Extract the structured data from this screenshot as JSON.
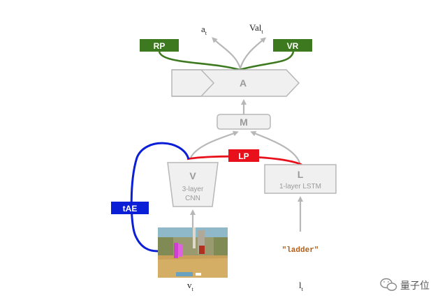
{
  "outputs": {
    "a_main": "a",
    "a_sub": "t",
    "val_main": "Val",
    "val_sub": "t"
  },
  "boxes": {
    "rp": "RP",
    "vr": "VR",
    "a": "A",
    "m": "M",
    "lp": "LP",
    "v_title": "V",
    "v_line1": "3-layer",
    "v_line2": "CNN",
    "l_title": "L",
    "l_line1": "1-layer LSTM",
    "tae": "tAE"
  },
  "inputs": {
    "instruction": "\"ladder\"",
    "v_main": "v",
    "v_sub": "t",
    "l_main": "l",
    "l_sub": "t"
  },
  "watermark": {
    "text": "量子位",
    "icon": "wechat-icon"
  },
  "colors": {
    "green": "#3d7a1f",
    "red": "#e8101a",
    "blue": "#0a1fd6",
    "gray_stroke": "#b7b7b7",
    "gray_fill": "#f0f0f0",
    "gray_text": "#9a9a9a",
    "instruction": "#b35c14"
  }
}
